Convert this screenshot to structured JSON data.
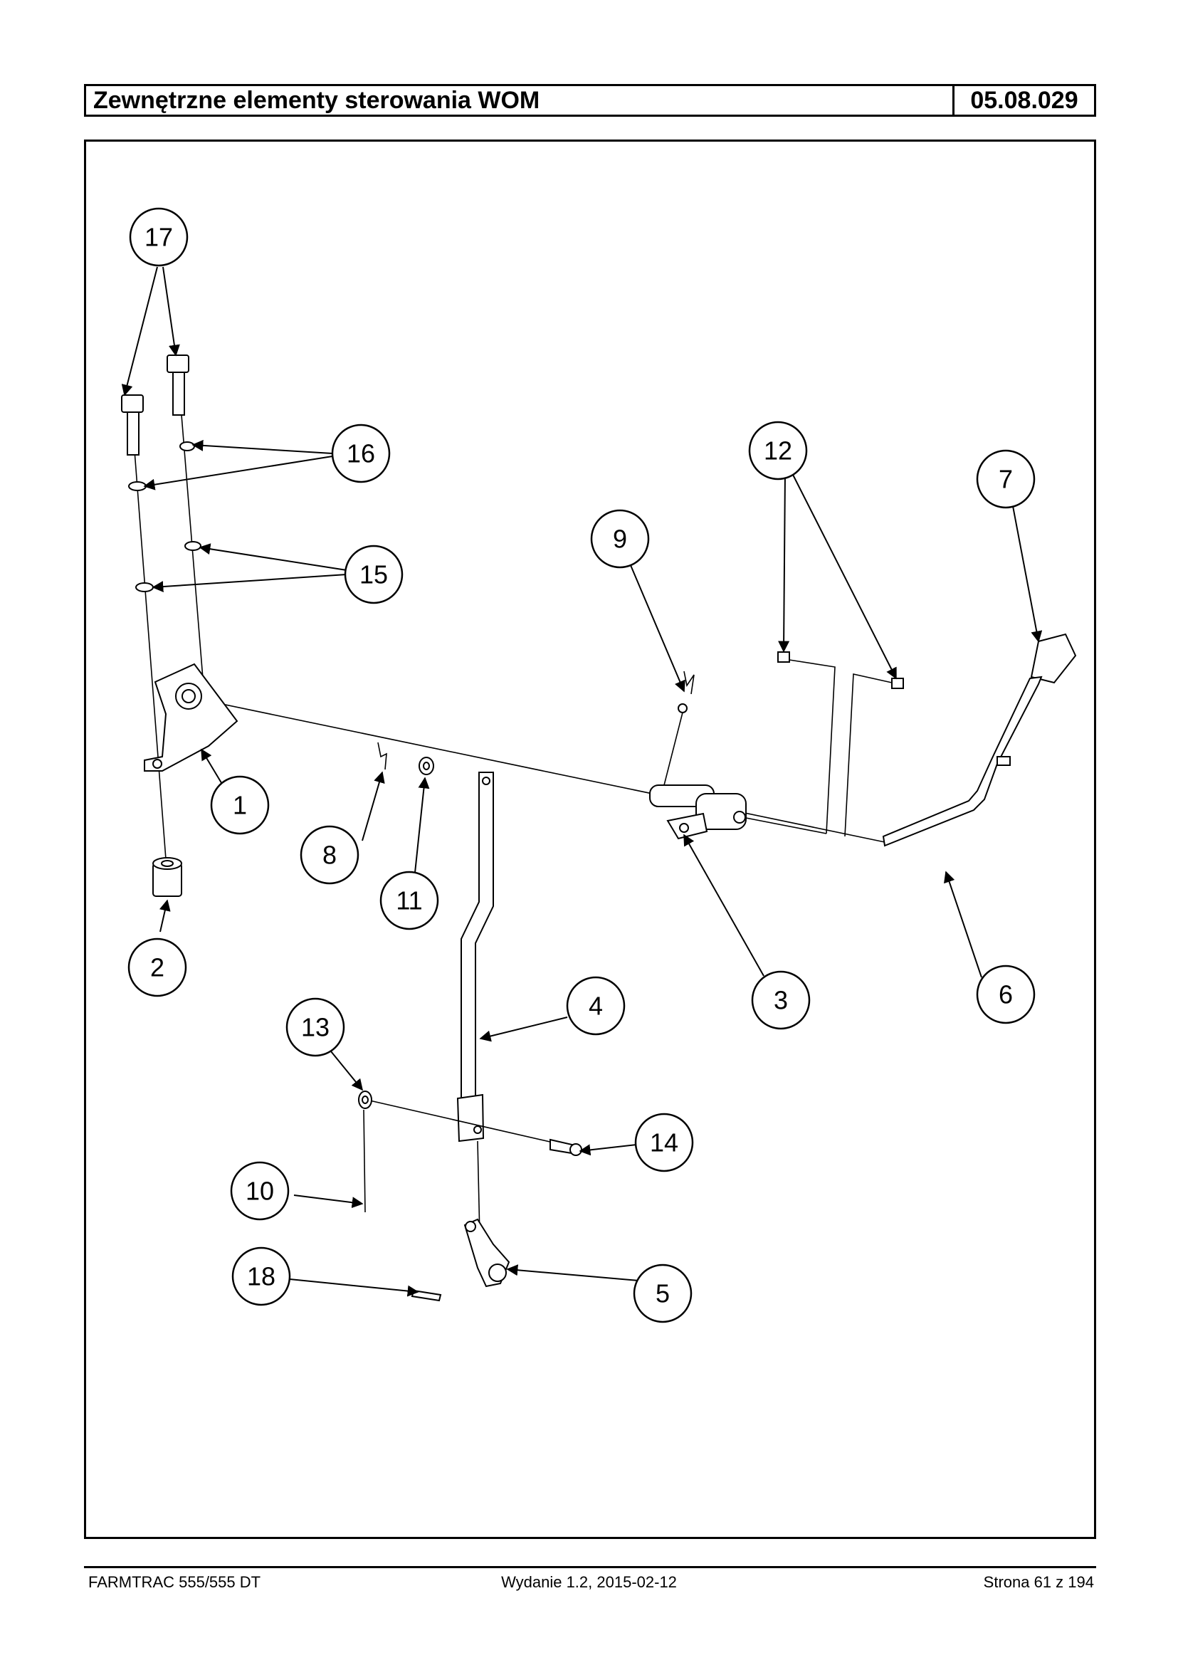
{
  "header": {
    "title": "Zewnętrzne elementy sterowania WOM",
    "code": "05.08.029"
  },
  "callouts": [
    "1",
    "2",
    "3",
    "4",
    "5",
    "6",
    "7",
    "8",
    "9",
    "10",
    "11",
    "12",
    "13",
    "14",
    "15",
    "16",
    "17",
    "18"
  ],
  "footer": {
    "model": "FARMTRAC 555/555 DT",
    "edition": "Wydanie 1.2,  2015-02-12",
    "page": "Strona 61 z 194"
  }
}
